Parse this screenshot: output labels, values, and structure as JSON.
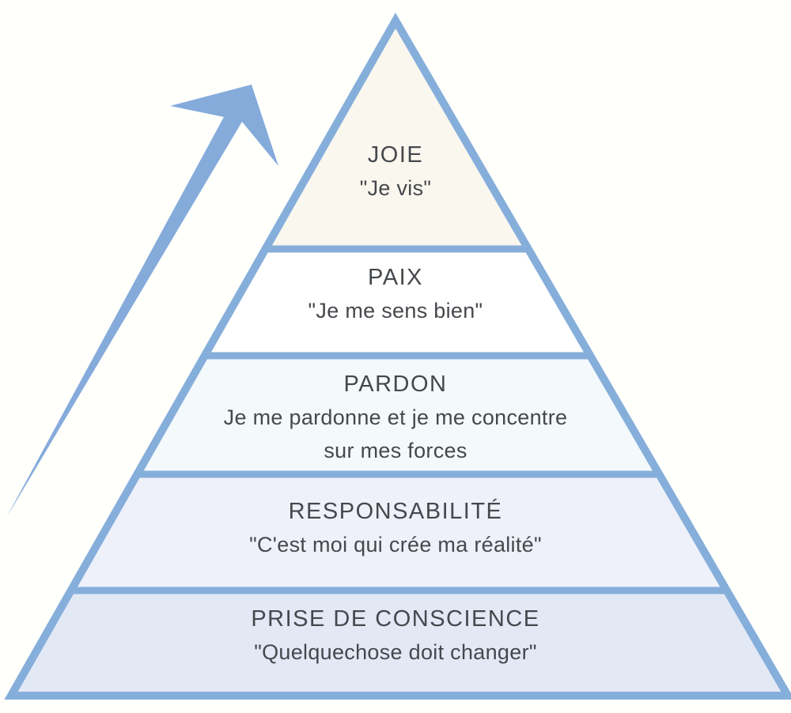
{
  "diagram": {
    "kind": "pyramid-of-consciousness",
    "language": "fr",
    "levels": [
      {
        "name": "JOIE",
        "quote": "\"Je vis\"",
        "fill": "#faf7ef"
      },
      {
        "name": "PAIX",
        "quote": "\"Je me sens bien\"",
        "fill": "#ffffff"
      },
      {
        "name": "PARDON",
        "quote": "Je me pardonne et je me concentre\nsur mes forces",
        "fill": "#f4f9fc"
      },
      {
        "name": "RESPONSABILITÉ",
        "quote": "\"C'est moi qui crée ma réalité\"",
        "fill": "#eef1f9"
      },
      {
        "name": "PRISE DE CONSCIENCE",
        "quote": "\"Quelquechose doit changer\"",
        "fill": "#e3e8f5"
      }
    ],
    "colors": {
      "border": "#85aedb",
      "arrow": "#85abdb",
      "text": "#45484c",
      "background": "#fffffc"
    }
  }
}
